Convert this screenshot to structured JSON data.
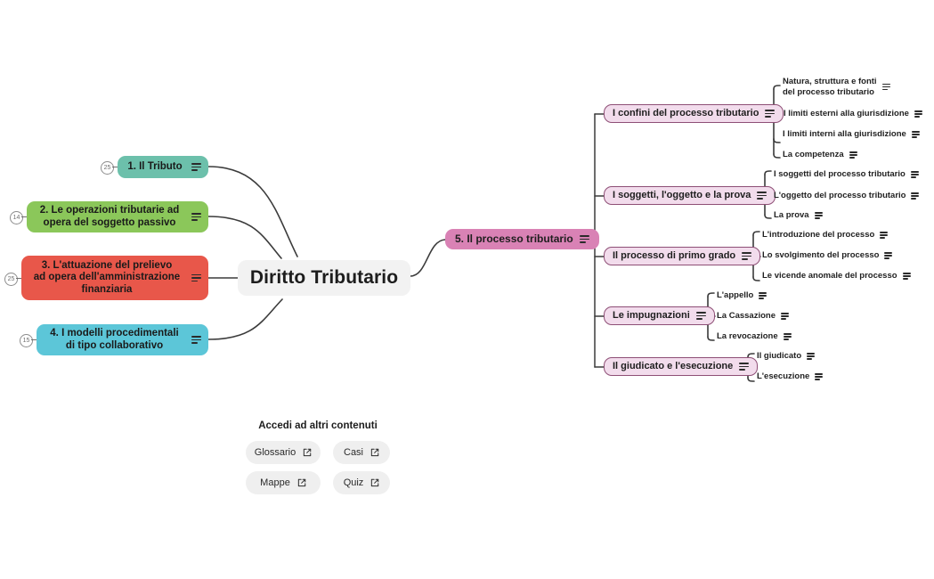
{
  "center": {
    "title": "Diritto Tributario"
  },
  "icons": {
    "notes": "notes-lines-icon",
    "external_link": "external-link-icon"
  },
  "main_branches_left": [
    {
      "id": "tributo",
      "label": "1. Il Tributo",
      "badge": "25",
      "color": "#6cc0ab"
    },
    {
      "id": "operazioni",
      "label": "2. Le operazioni tributarie ad\nopera del soggetto passivo",
      "badge": "14",
      "color": "#8bc75a"
    },
    {
      "id": "attuazione",
      "label": "3. L'attuazione del prelievo\nad opera dell'amministrazione\nfinanziaria",
      "badge": "25",
      "color": "#e8574a"
    },
    {
      "id": "modelli",
      "label": "4. I modelli procedimentali\ndi tipo collaborativo",
      "badge": "15",
      "color": "#5cc6d8"
    }
  ],
  "main_branch_right": {
    "id": "processo",
    "label": "5. Il processo tributario",
    "color": "#d982b5"
  },
  "sub_branches": [
    {
      "id": "confini",
      "label": "I confini del processo tributario",
      "leaves": [
        "Natura, struttura e fonti\ndel processo tributario",
        "I limiti esterni alla giurisdizione",
        "I limiti interni alla giurisdizione",
        "La competenza"
      ]
    },
    {
      "id": "soggetti",
      "label": "I soggetti, l'oggetto e la prova",
      "leaves": [
        "I soggetti del processo tributario",
        "L'oggetto del processo tributario",
        "La prova"
      ]
    },
    {
      "id": "primogrado",
      "label": "Il processo di primo grado",
      "leaves": [
        "L'introduzione del processo",
        "Lo svolgimento del processo",
        "Le vicende anomale del processo"
      ]
    },
    {
      "id": "impugnazioni",
      "label": "Le impugnazioni",
      "leaves": [
        "L'appello",
        "La Cassazione",
        "La revocazione"
      ]
    },
    {
      "id": "giudicato",
      "label": "Il giudicato e l'esecuzione",
      "leaves": [
        "Il giudicato",
        "L'esecuzione"
      ]
    }
  ],
  "extras": {
    "title": "Accedi ad altri contenuti",
    "buttons": [
      {
        "id": "glossario",
        "label": "Glossario"
      },
      {
        "id": "casi",
        "label": "Casi"
      },
      {
        "id": "mappe",
        "label": "Mappe"
      },
      {
        "id": "quiz",
        "label": "Quiz"
      }
    ]
  },
  "colors": {
    "background": "#ffffff",
    "center_fill": "#f2f2f2",
    "link": "#3b3b3b",
    "branch_fill": "#f2dcec",
    "branch_border": "#8e4f76",
    "chip_fill": "#efefef"
  }
}
